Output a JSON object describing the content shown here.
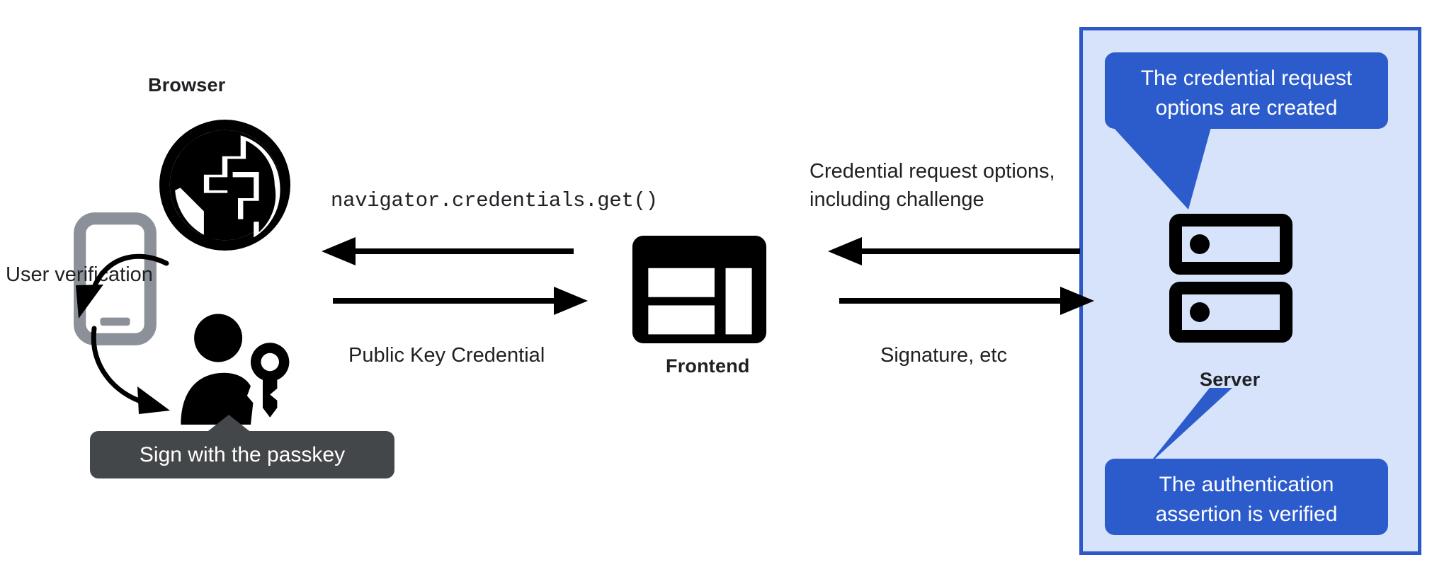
{
  "diagram": {
    "title": "WebAuthn passkey authentication flow",
    "background": "#ffffff"
  },
  "colors": {
    "panel_fill": "#d6e3fb",
    "panel_border": "#2d58c8",
    "callout_blue": "#2c5bcb",
    "tooltip_dark": "#44474a",
    "ink": "#000000",
    "phone_gray": "#8c9199",
    "text": "#202124"
  },
  "nodes": {
    "browser": {
      "label": "Browser",
      "icon": "globe-icon"
    },
    "phone": {
      "icon": "smartphone-icon",
      "color": "#8c9199"
    },
    "user": {
      "icon": "person-with-key-icon"
    },
    "frontend": {
      "label": "Frontend",
      "icon": "dashboard-layout-icon"
    },
    "server": {
      "label": "Server",
      "icon": "server-racks-icon"
    }
  },
  "annotations": {
    "user_verification": "User verification",
    "passkey_tooltip": "Sign with the passkey",
    "server_top_callout": "The credential request\noptions are created",
    "server_bottom_callout": "The authentication\nassertion is verified"
  },
  "arrows": {
    "browser_to_phone": {
      "name": "curved-arrow-browser-to-phone",
      "direction": "down-left"
    },
    "phone_to_user": {
      "name": "curved-arrow-phone-to-user",
      "direction": "down-right"
    },
    "frontend_to_browser": {
      "label": "navigator.credentials.get()",
      "direction": "left",
      "style": "monospace"
    },
    "browser_to_frontend": {
      "label": "Public Key Credential",
      "direction": "right",
      "style": "sans"
    },
    "server_to_frontend": {
      "label": "Credential request options,\nincluding challenge",
      "direction": "left",
      "style": "sans"
    },
    "frontend_to_server": {
      "label": "Signature, etc",
      "direction": "right",
      "style": "sans"
    }
  }
}
